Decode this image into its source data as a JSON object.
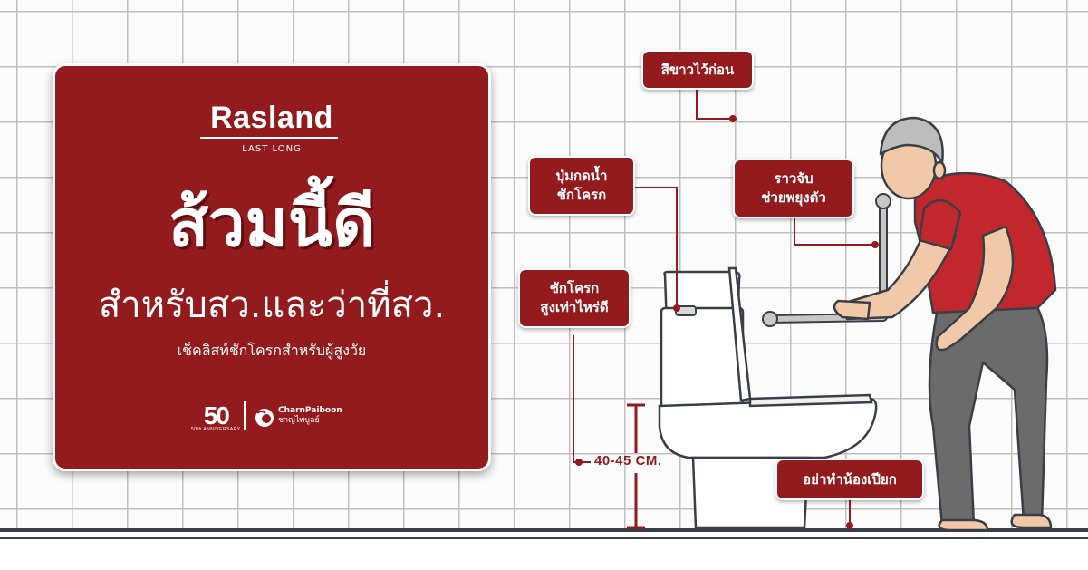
{
  "brand": {
    "name": "Rasland",
    "tagline": "LAST LONG"
  },
  "headline": "ส้วมนี้ดี",
  "subheadline": "สำหรับสว.และว่าที่สว.",
  "tagline": "เช็คลิสท์ชักโครกสำหรับผู้สูงวัย",
  "partners": {
    "anniversary_mark": "50",
    "anniversary_text": "50th ANNIVERSARY",
    "company_en": "CharnPaiboon",
    "company_th": "ชาญไพบูลย์"
  },
  "callouts": {
    "white_color": "สีขาวไว้ก่อน",
    "flush_button": [
      "ปุ่มกดน้ำ",
      "ชักโครก"
    ],
    "grab_bar": [
      "ราวจับ",
      "ช่วยพยุงตัว"
    ],
    "toilet_height": [
      "ชักโครก",
      "สูงเท่าไหร่ดี"
    ],
    "keep_dry": "อย่าทำน้องเปียก"
  },
  "measurement": "40-45 CM.",
  "colors": {
    "accent": "#931b1d",
    "grab_bar": "#b8b8b8",
    "shirt": "#c1272d",
    "pants": "#6b6b6b"
  }
}
